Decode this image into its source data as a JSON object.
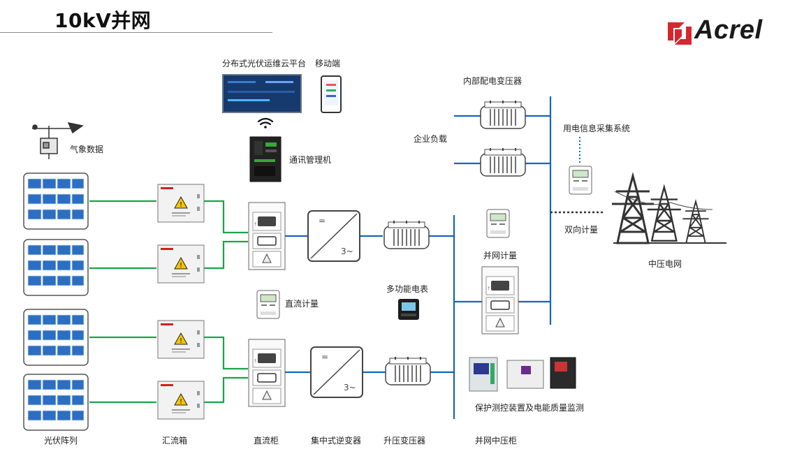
{
  "header": {
    "title": "10kV并网",
    "brand": "Acrel"
  },
  "labels": {
    "cloud_platform": "分布式光伏运维云平台",
    "mobile": "移动端",
    "weather": "气象数据",
    "comm_manager": "通讯管理机",
    "inner_transformer": "内部配电变压器",
    "enterprise_load": "企业负载",
    "power_info": "用电信息采集系统",
    "bidirectional": "双向计量",
    "medium_grid": "中压电网",
    "grid_meter": "并网计量",
    "multi_meter": "多功能电表",
    "dc_meter": "直流计量",
    "protection": "保护测控装置及电能质量监测"
  },
  "footer": {
    "pv_array": "光伏阵列",
    "combiner": "汇流箱",
    "dc_cabinet": "直流柜",
    "inverter": "集中式逆变器",
    "step_up": "升压变压器",
    "mv_cabinet": "并网中压柜"
  },
  "inverter_symbols": {
    "dc": "=",
    "ac": "3~"
  },
  "colors": {
    "green_line": "#1aa34a",
    "blue_line": "#1565c0",
    "brand_red": "#d8262e"
  },
  "icons": [
    "wifi-icon",
    "weather-station-icon",
    "pylon-icon",
    "warning-icon"
  ]
}
